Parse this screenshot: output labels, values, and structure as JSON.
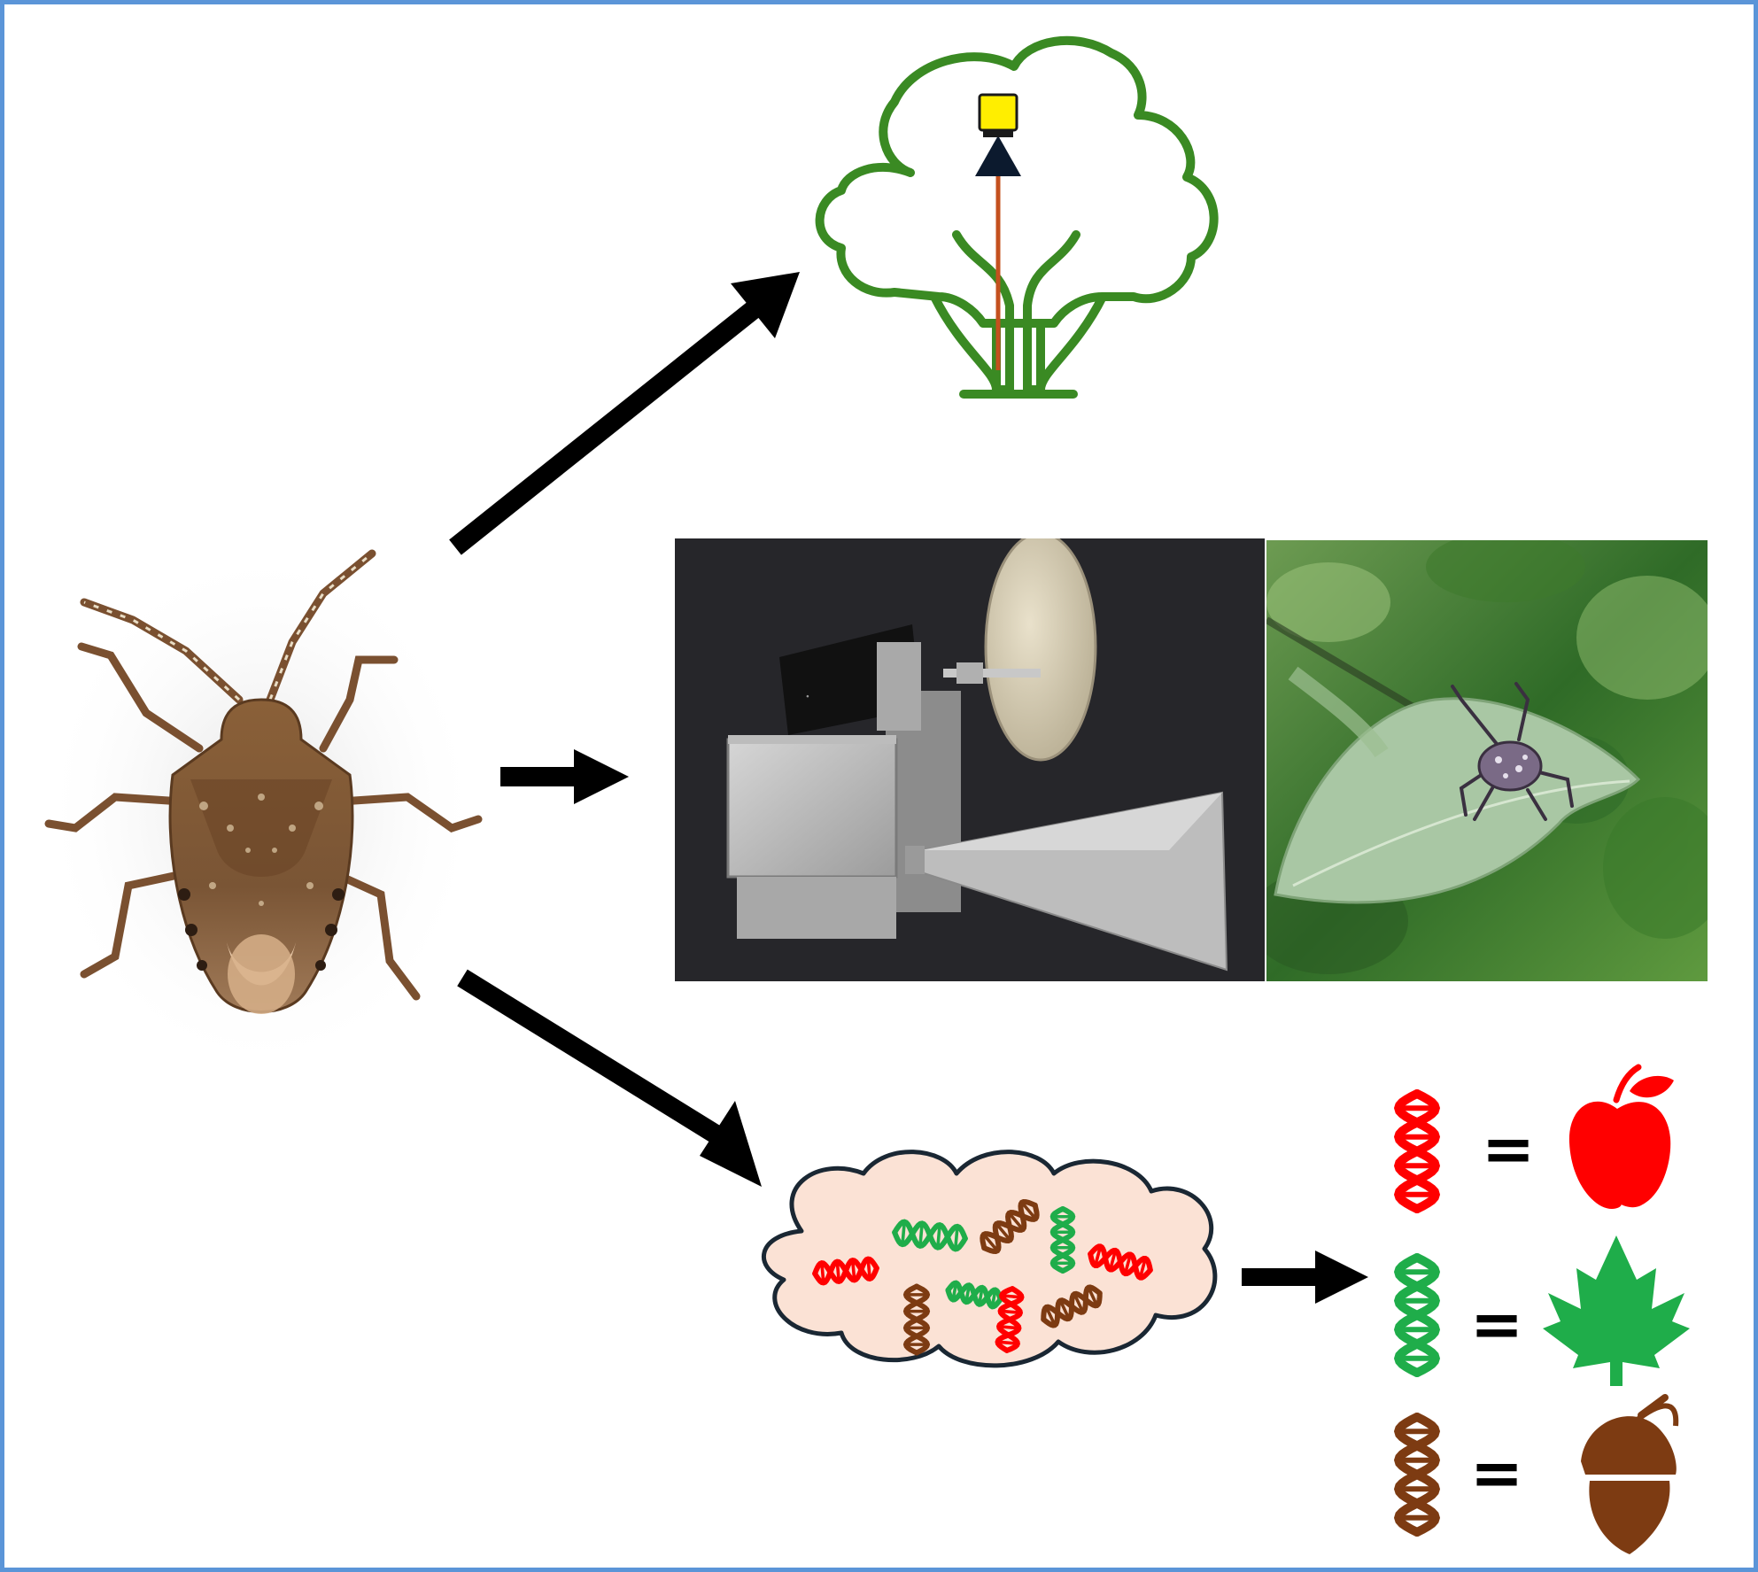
{
  "colors": {
    "frame_border": "#5b95d8",
    "tree_outline": "#3a8a23",
    "trap_pole": "#c4501e",
    "trap_cap": "#ffee00",
    "arrow": "#000000",
    "cloud_fill": "#fbe2d5",
    "cloud_outline": "#1a2733",
    "dna_red": "#ff0000",
    "dna_green": "#1fad4a",
    "dna_brown": "#7d3b12",
    "radar_background": "#26262a",
    "foliage": "#4f8f3a"
  },
  "icons": [
    "stink-bug-photo",
    "tree-trap-icon",
    "radar-device-photo",
    "bug-on-leaf-photo",
    "dna-cloud-icon",
    "apple-icon",
    "maple-leaf-icon",
    "acorn-icon"
  ],
  "legend": {
    "equals_symbol": "="
  }
}
